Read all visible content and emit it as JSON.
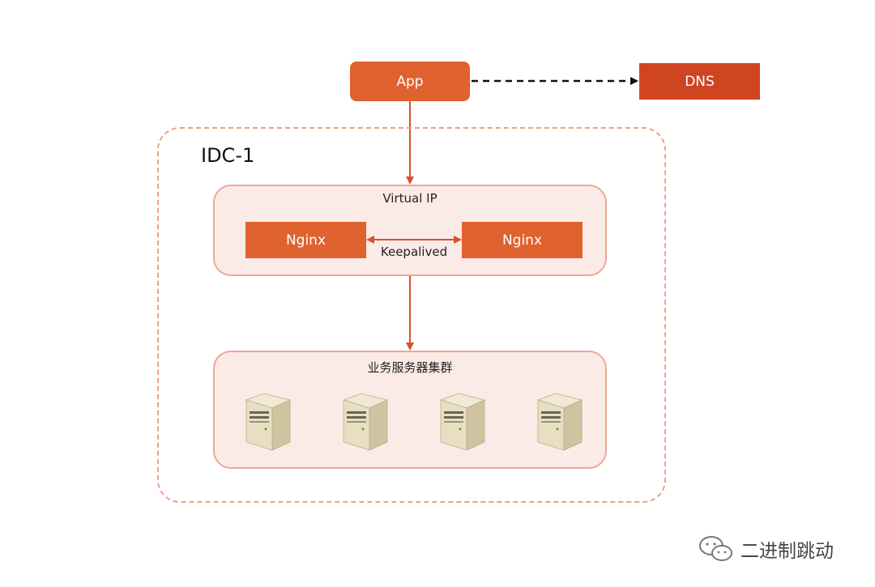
{
  "nodes": {
    "app": "App",
    "dns": "DNS",
    "nginx_left": "Nginx",
    "nginx_right": "Nginx"
  },
  "idc": {
    "label": "IDC-1"
  },
  "vip_panel": {
    "title": "Virtual IP",
    "keepalived": "Keepalived"
  },
  "biz_panel": {
    "title": "业务服务器集群",
    "server_count": 4
  },
  "watermark": {
    "text": "二进制跳动",
    "icon": "wechat-icon"
  },
  "colors": {
    "node_orange": "#e0622f",
    "dns_red": "#cf4522",
    "arrow": "#d9502e",
    "panel_fill": "#fbebe6",
    "panel_border": "#eea796",
    "dashed_border": "#ef9f8a"
  }
}
